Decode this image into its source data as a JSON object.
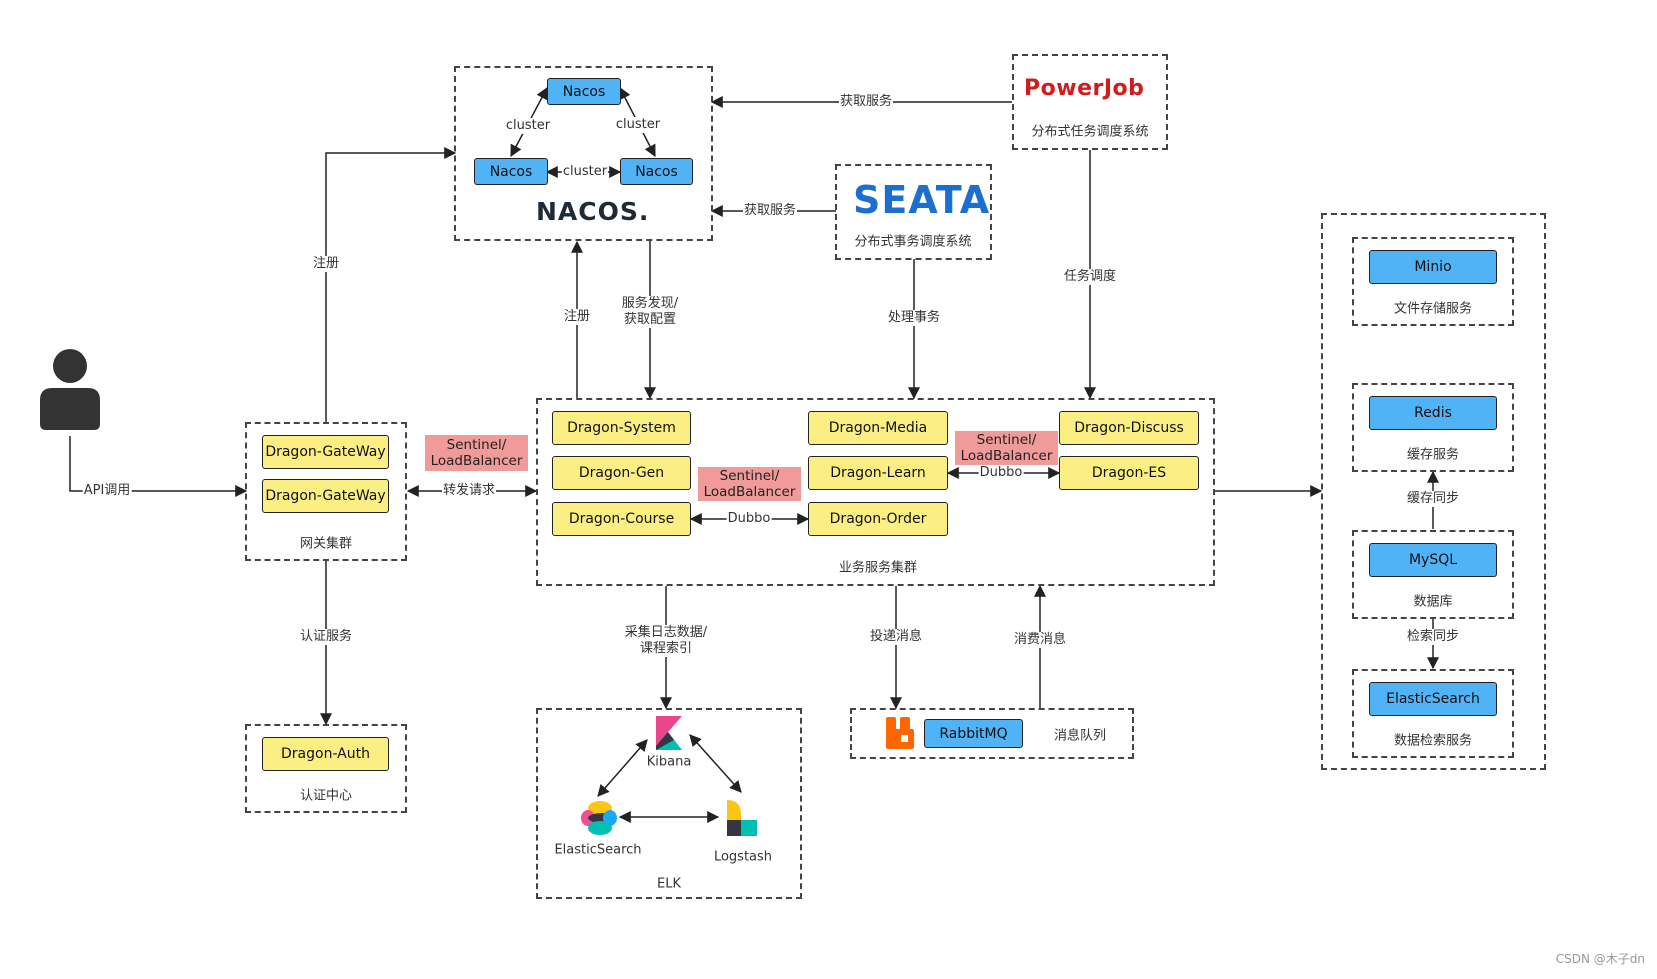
{
  "colors": {
    "service_node": "#fbef83",
    "nacos_node": "#4fb3f6",
    "limiter": "#f09a99",
    "powerjob_red": "#d41b1b",
    "seata_blue": "#1a6fd0"
  },
  "actor": {
    "icon": "user-icon"
  },
  "edges": {
    "api_call": "API调用",
    "register_gateway": "注册",
    "forward": "转发请求",
    "auth_service": "认证服务",
    "register_business": "注册",
    "discover": "服务发现/\n获取配置",
    "powerjob_fetch": "获取服务",
    "seata_fetch": "获取服务",
    "handle_tx": "处理事务",
    "task_schedule": "任务调度",
    "collect_logs": "采集日志数据/\n课程索引",
    "deliver_msg": "投递消息",
    "consume_msg": "消费消息",
    "cache_sync": "缓存同步",
    "search_sync": "检索同步",
    "cluster_left": "cluster",
    "cluster_right": "cluster",
    "cluster_bottom": "cluster",
    "dubbo_1": "Dubbo",
    "dubbo_2": "Dubbo"
  },
  "nacos": {
    "node_top": "Nacos",
    "node_left": "Nacos",
    "node_right": "Nacos",
    "logo": "NACOS."
  },
  "powerjob": {
    "logo": "PowerJob",
    "caption": "分布式任务调度系统"
  },
  "seata": {
    "logo": "SEATA",
    "caption": "分布式事务调度系统"
  },
  "gateway": {
    "nodes": [
      "Dragon-GateWay",
      "Dragon-GateWay"
    ],
    "caption": "网关集群",
    "limiter": "Sentinel/\nLoadBalancer"
  },
  "auth": {
    "node": "Dragon-Auth",
    "caption": "认证中心"
  },
  "business": {
    "caption": "业务服务集群",
    "system": "Dragon-System",
    "gen": "Dragon-Gen",
    "course": "Dragon-Course",
    "media": "Dragon-Media",
    "learn": "Dragon-Learn",
    "order": "Dragon-Order",
    "discuss": "Dragon-Discuss",
    "es": "Dragon-ES",
    "limiter_left": "Sentinel/\nLoadBalancer",
    "limiter_right": "Sentinel/\nLoadBalancer"
  },
  "elk": {
    "kibana": "Kibana",
    "elasticsearch": "ElasticSearch",
    "logstash": "Logstash",
    "caption": "ELK"
  },
  "mq": {
    "node": "RabbitMQ",
    "caption": "消息队列"
  },
  "storage": {
    "minio": {
      "node": "Minio",
      "caption": "文件存储服务"
    },
    "redis": {
      "node": "Redis",
      "caption": "缓存服务"
    },
    "mysql": {
      "node": "MySQL",
      "caption": "数据库"
    },
    "es": {
      "node": "ElasticSearch",
      "caption": "数据检索服务"
    }
  },
  "watermark": "CSDN @木子dn"
}
